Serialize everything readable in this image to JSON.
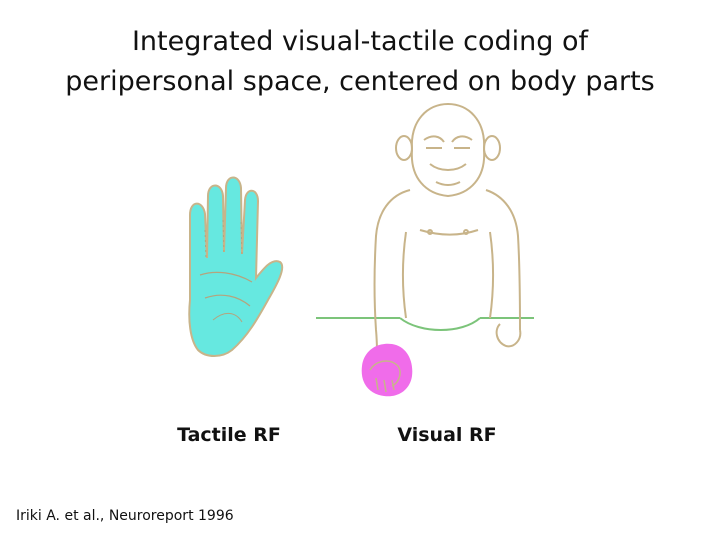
{
  "title": {
    "line1": "Integrated visual-tactile coding of",
    "line2": "peripersonal space, centered on body parts"
  },
  "labels": {
    "tactile": "Tactile RF",
    "visual": "Visual RF"
  },
  "citation": "Iriki A. et al., Neuroreport 1996",
  "colors": {
    "tactile_rf": "#66e8e0",
    "visual_rf": "#f06cea",
    "outline": "#c8b48a",
    "table_line": "#7cc47a",
    "text": "#111111"
  },
  "icons": {
    "hand": "hand-icon",
    "monkey": "monkey-icon"
  }
}
